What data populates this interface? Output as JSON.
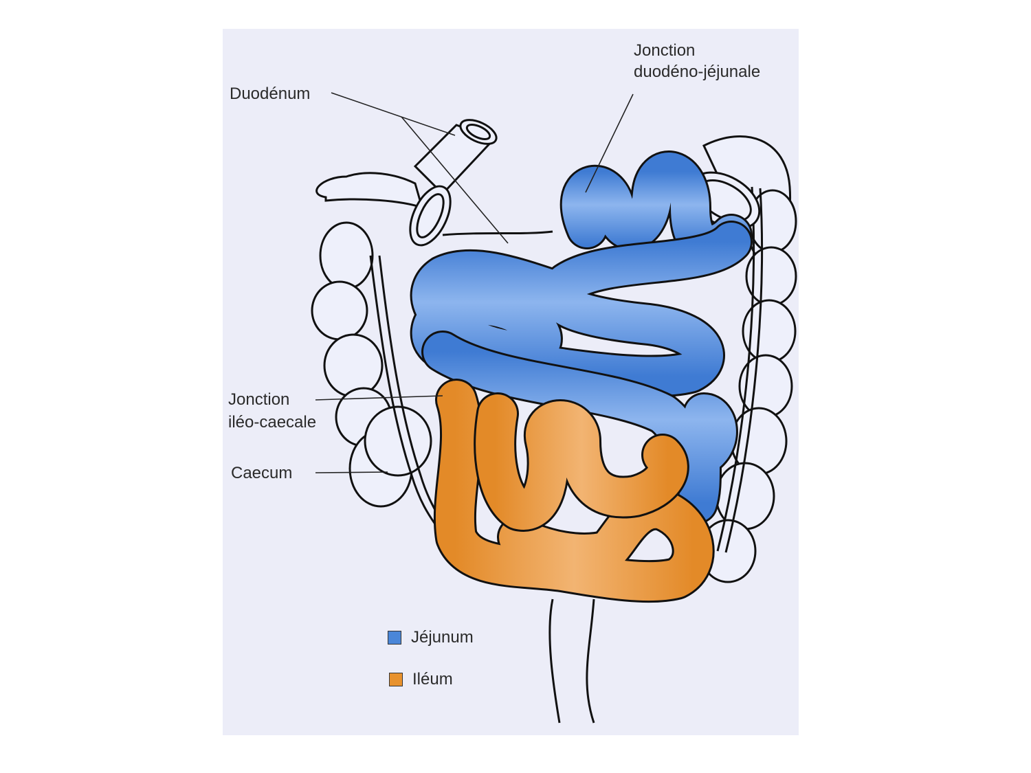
{
  "figure": {
    "type": "anatomical-illustration",
    "subject": "small intestine segments"
  },
  "labels": {
    "duodenum": "Duodénum",
    "jonction_dj_line1": "Jonction",
    "jonction_dj_line2": "duodéno-jéjunale",
    "jonction_ic_line1": "Jonction",
    "jonction_ic_line2": "iléo-caecale",
    "caecum": "Caecum"
  },
  "legend": {
    "items": [
      {
        "label": "Jéjunum",
        "color": "#4a86d8"
      },
      {
        "label": "Iléum",
        "color": "#e8922e"
      }
    ]
  },
  "colors": {
    "jejunum": "#4a86d8",
    "jejunum_highlight": "#8fb6ee",
    "ileum": "#e8922e",
    "ileum_highlight": "#f3b877",
    "background": "#ecedf8",
    "outline": "#111111"
  }
}
